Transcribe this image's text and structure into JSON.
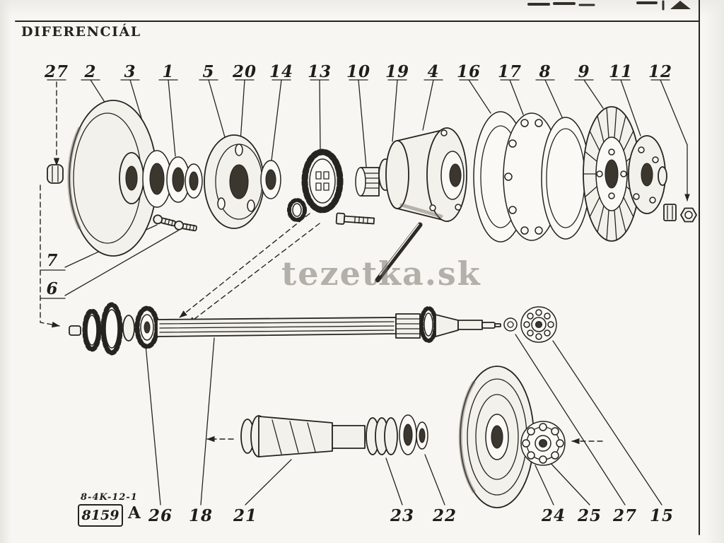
{
  "page": {
    "title": "DIFERENCIÁL",
    "watermark": "tezetka.sk",
    "doc_code": "8-4K-12-1",
    "doc_number": "8159",
    "doc_series": "A"
  },
  "callouts": {
    "top": [
      "27",
      "2",
      "3",
      "1",
      "5",
      "20",
      "14",
      "13",
      "10",
      "19",
      "4",
      "16",
      "17",
      "8",
      "9",
      "11",
      "12"
    ],
    "left": [
      "7",
      "6"
    ],
    "bottom": [
      "26",
      "18",
      "21",
      "23",
      "22",
      "24",
      "25",
      "27",
      "15"
    ]
  },
  "colors": {
    "paper": "#f7f6f2",
    "ink": "#26241f",
    "watermark_gray": "#6e6a60"
  }
}
